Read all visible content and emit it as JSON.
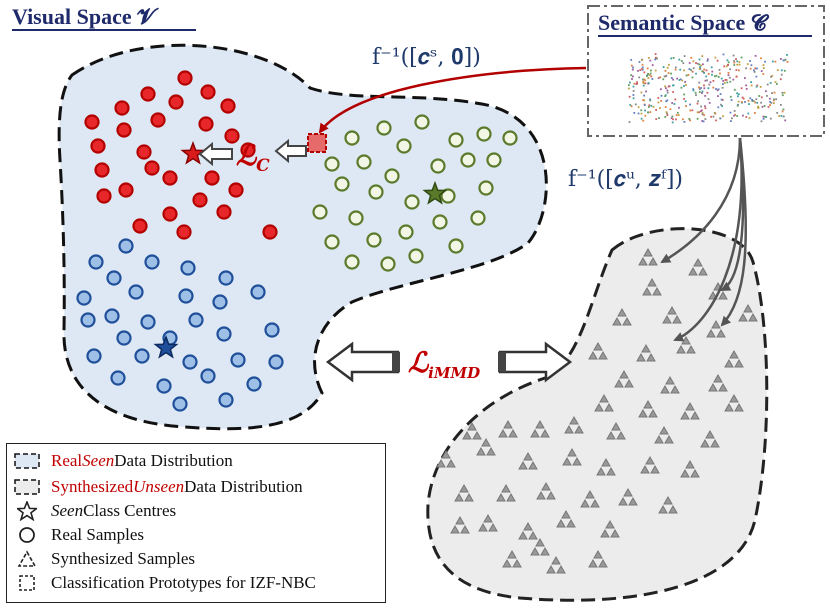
{
  "titles": {
    "visual_space": "Visual Space 𝓥",
    "semantic_space": "Semantic Space 𝓒"
  },
  "equations": {
    "f_inverse_seen": "f⁻¹([𝒄ˢ, 𝟎])",
    "f_inverse_unseen": "f⁻¹([𝒄ᵘ, 𝒛ᶠ])",
    "loss_c": "ℒ",
    "loss_c_sub": "C",
    "loss_immd": "ℒ",
    "loss_immd_sub": "iMMD"
  },
  "legend": {
    "real_seen_prefix": "Real ",
    "real_seen_em": "Seen",
    "real_seen_suffix": " Data Distribution",
    "synth_unseen_prefix": "Synthesized ",
    "synth_unseen_em": "Unseen",
    "synth_unseen_suffix": " Data Distribution",
    "class_centres_em": "Seen",
    "class_centres_suffix": " Class Centres",
    "real_samples": "Real Samples",
    "synth_samples": "Synthesized Samples",
    "prototypes": "Classification Prototypes for IZF-NBC"
  },
  "colors": {
    "red_class": "#e8272a",
    "green_class": "#5a7a2a",
    "blue_class": "#1f4e9a",
    "visual_fill": "#dde8f4",
    "synth_fill": "#ececec",
    "title_blue": "#1f2a6b",
    "loss_red": "#c00000",
    "arrow_red": "#b20000",
    "arrow_gray": "#555555"
  }
}
